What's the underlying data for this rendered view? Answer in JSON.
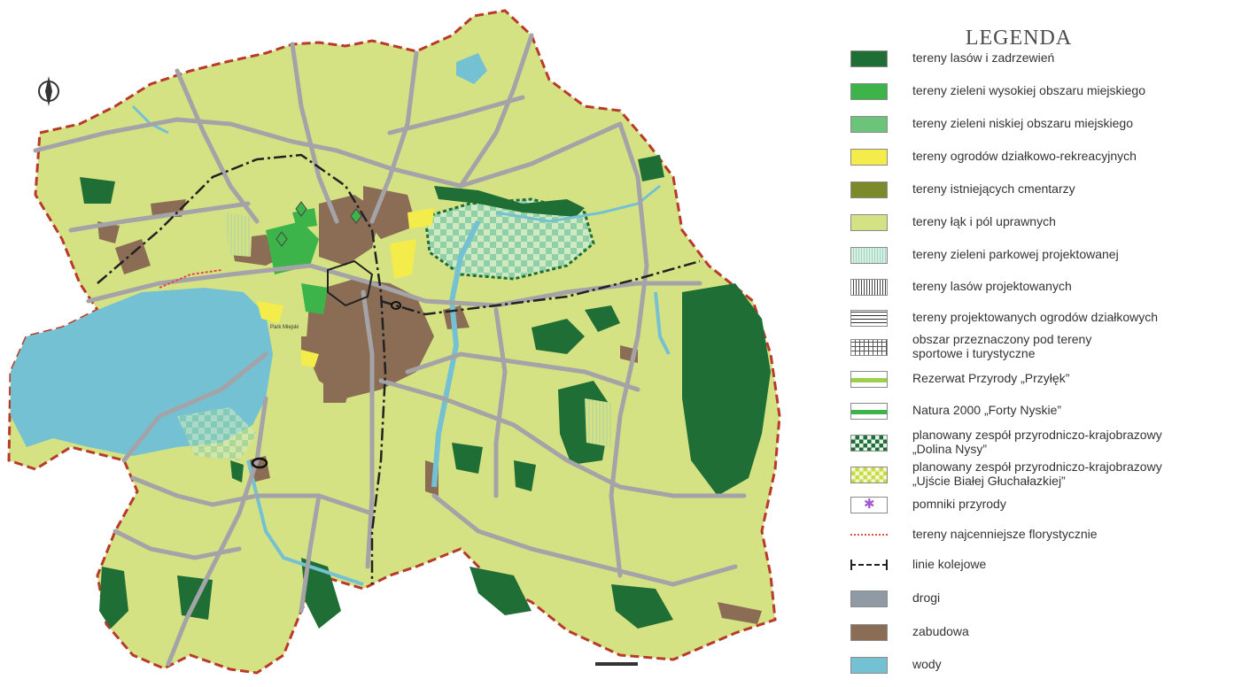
{
  "legend": {
    "title": "LEGENDA",
    "items": [
      {
        "label": "tereny lasów i zadrzewień",
        "swatch": "forest"
      },
      {
        "label": "tereny zieleni wysokiej obszaru miejskiego",
        "swatch": "green-high"
      },
      {
        "label": "tereny zieleni niskiej obszaru miejskiego",
        "swatch": "green-low"
      },
      {
        "label": "tereny ogrodów działkowo-rekreacyjnych",
        "swatch": "allotment"
      },
      {
        "label": "tereny istniejących cmentarzy",
        "swatch": "cemetery"
      },
      {
        "label": "tereny łąk i pól uprawnych",
        "swatch": "meadow"
      },
      {
        "label": "tereny zieleni parkowej projektowanej",
        "swatch": "park-proj"
      },
      {
        "label": "tereny lasów projektowanych",
        "swatch": "forest-proj"
      },
      {
        "label": "tereny projektowanych ogrodów działkowych",
        "swatch": "allotment-proj"
      },
      {
        "label": "obszar przeznaczony pod tereny",
        "label2": "sportowe i turystyczne",
        "swatch": "sport"
      },
      {
        "label": "Rezerwat Przyrody „Przyłęk”",
        "swatch": "reserve"
      },
      {
        "label": "Natura 2000 „Forty Nyskie”",
        "swatch": "natura"
      },
      {
        "label": "planowany zespół przyrodniczo-krajobrazowy",
        "label2": "„Dolina Nysy”",
        "swatch": "dolina"
      },
      {
        "label": "planowany zespół przyrodniczo-krajobrazowy",
        "label2": "„Ujście Białej Głuchałazkiej”",
        "swatch": "ujscie"
      },
      {
        "label": "pomniki przyrody",
        "swatch": "monument"
      },
      {
        "label": "tereny najcenniejsze florystycznie",
        "swatch": "flora"
      },
      {
        "label": "linie kolejowe",
        "swatch": "rail"
      },
      {
        "label": "drogi",
        "swatch": "roads"
      },
      {
        "label": "zabudowa",
        "swatch": "buildings"
      },
      {
        "label": "wody",
        "swatch": "water"
      }
    ]
  },
  "colors": {
    "meadow": "#d5e283",
    "forest": "#1f6e35",
    "green_high": "#3cb44a",
    "green_low": "#6cc37a",
    "allotment": "#f4ec4a",
    "cemetery": "#7d8a2b",
    "buildings": "#8b6d55",
    "water": "#74c1d3",
    "roads": "#a3a3a8",
    "border": "#b83a2a",
    "flora": "#e34b4b"
  },
  "map_labels": {
    "park": "Park Miejski"
  }
}
